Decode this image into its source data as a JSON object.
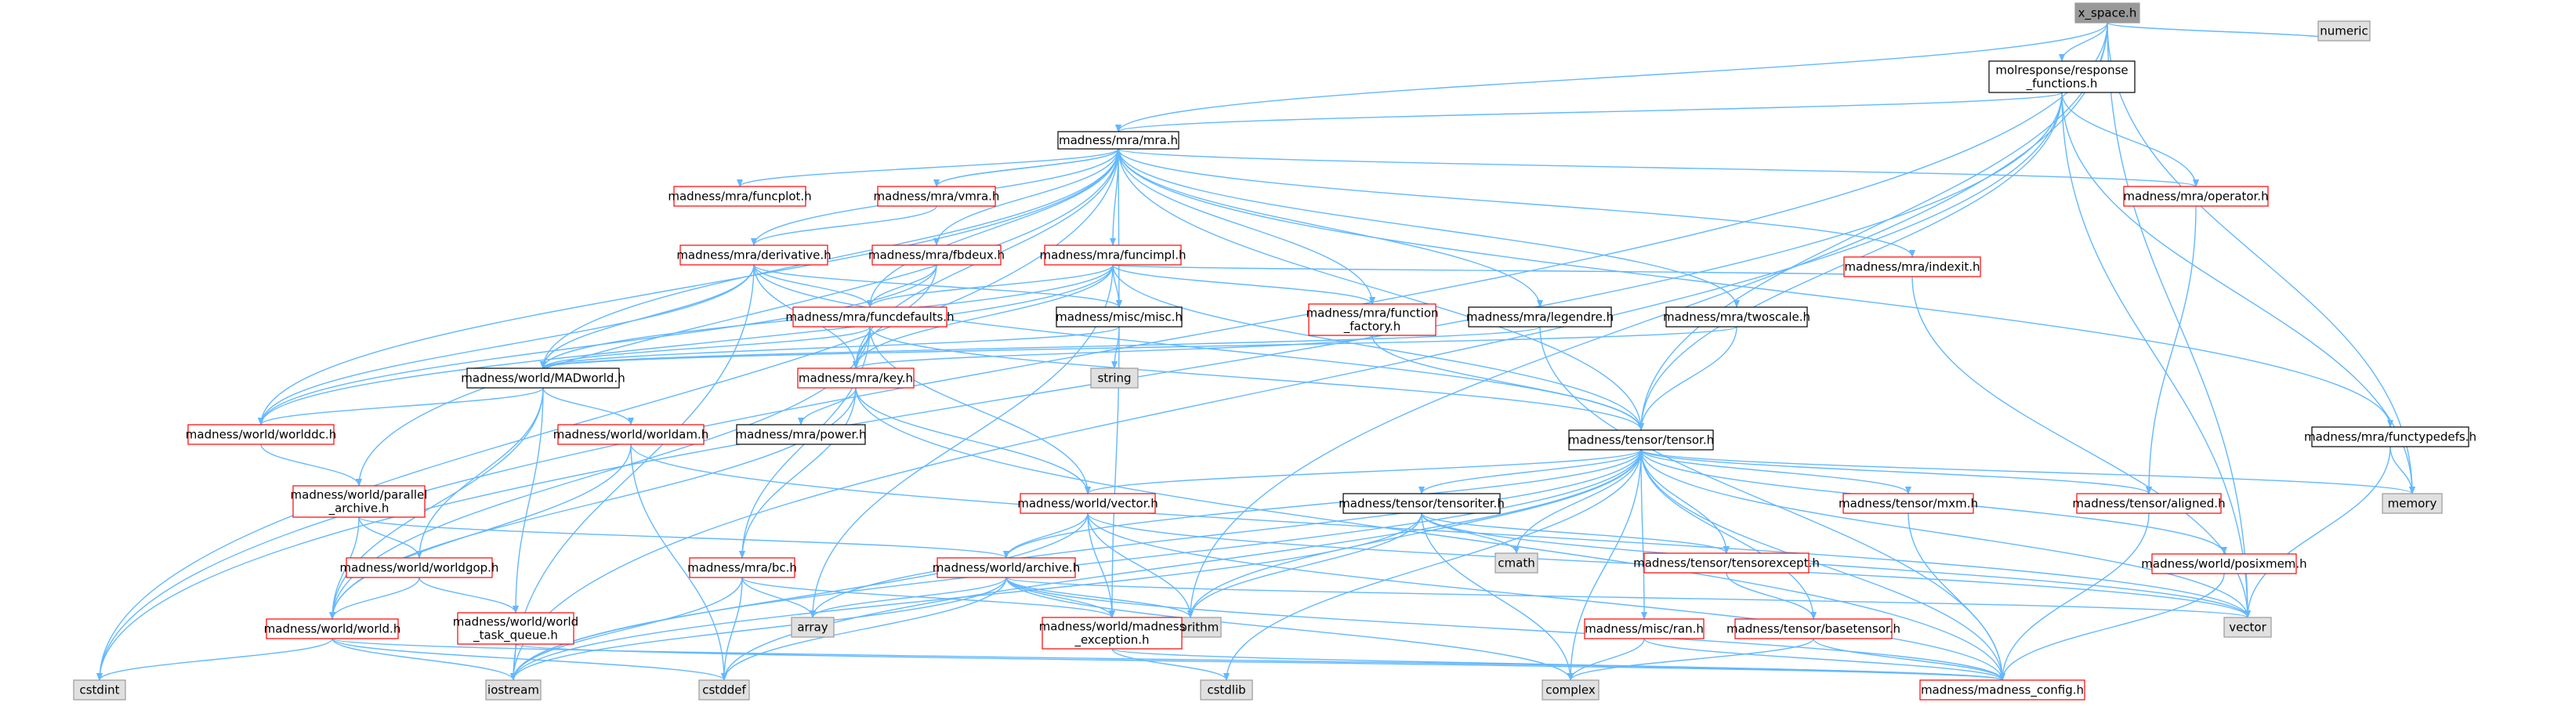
{
  "graph": {
    "colors": {
      "edge": "#63b8ff",
      "root_fill": "#999999",
      "gray_fill": "#e0e0e0",
      "red": "#ff0000",
      "black": "#000000",
      "text": "#000000",
      "gray_border": "#999999"
    },
    "nodes": [
      {
        "id": "x_space",
        "label": [
          "x_space.h"
        ],
        "style": "root"
      },
      {
        "id": "molresponse",
        "label": [
          "molresponse/response",
          "_functions.h"
        ],
        "style": "black"
      },
      {
        "id": "numeric",
        "label": [
          "numeric"
        ],
        "style": "gray"
      },
      {
        "id": "mra",
        "label": [
          "madness/mra/mra.h"
        ],
        "style": "black"
      },
      {
        "id": "funcplot",
        "label": [
          "madness/mra/funcplot.h"
        ],
        "style": "red"
      },
      {
        "id": "vmra",
        "label": [
          "madness/mra/vmra.h"
        ],
        "style": "red"
      },
      {
        "id": "operator",
        "label": [
          "madness/mra/operator.h"
        ],
        "style": "red"
      },
      {
        "id": "derivative",
        "label": [
          "madness/mra/derivative.h"
        ],
        "style": "red"
      },
      {
        "id": "fbdeux",
        "label": [
          "madness/mra/fbdeux.h"
        ],
        "style": "red"
      },
      {
        "id": "funcimpl",
        "label": [
          "madness/mra/funcimpl.h"
        ],
        "style": "red"
      },
      {
        "id": "indexit",
        "label": [
          "madness/mra/indexit.h"
        ],
        "style": "red"
      },
      {
        "id": "funcdefaults",
        "label": [
          "madness/mra/funcdefaults.h"
        ],
        "style": "red"
      },
      {
        "id": "miscmisc",
        "label": [
          "madness/misc/misc.h"
        ],
        "style": "black"
      },
      {
        "id": "function_factory",
        "label": [
          "madness/mra/function",
          "_factory.h"
        ],
        "style": "red"
      },
      {
        "id": "legendre",
        "label": [
          "madness/mra/legendre.h"
        ],
        "style": "black"
      },
      {
        "id": "twoscale",
        "label": [
          "madness/mra/twoscale.h"
        ],
        "style": "black"
      },
      {
        "id": "string",
        "label": [
          "string"
        ],
        "style": "gray"
      },
      {
        "id": "madworld",
        "label": [
          "madness/world/MADworld.h"
        ],
        "style": "black"
      },
      {
        "id": "key",
        "label": [
          "madness/mra/key.h"
        ],
        "style": "red"
      },
      {
        "id": "worldddc",
        "label": [
          "madness/world/worlddc.h"
        ],
        "style": "red"
      },
      {
        "id": "worldam",
        "label": [
          "madness/world/worldam.h"
        ],
        "style": "red"
      },
      {
        "id": "power",
        "label": [
          "madness/mra/power.h"
        ],
        "style": "black"
      },
      {
        "id": "tensor",
        "label": [
          "madness/tensor/tensor.h"
        ],
        "style": "black"
      },
      {
        "id": "functypedefs",
        "label": [
          "madness/mra/functypedefs.h"
        ],
        "style": "black"
      },
      {
        "id": "parallel_archive",
        "label": [
          "madness/world/parallel",
          "_archive.h"
        ],
        "style": "red"
      },
      {
        "id": "tensoriter",
        "label": [
          "madness/tensor/tensoriter.h"
        ],
        "style": "black"
      },
      {
        "id": "mxm",
        "label": [
          "madness/tensor/mxm.h"
        ],
        "style": "red"
      },
      {
        "id": "aligned",
        "label": [
          "madness/tensor/aligned.h"
        ],
        "style": "red"
      },
      {
        "id": "memory",
        "label": [
          "memory"
        ],
        "style": "gray"
      },
      {
        "id": "vector_h",
        "label": [
          "madness/world/vector.h"
        ],
        "style": "red"
      },
      {
        "id": "cmath",
        "label": [
          "cmath"
        ],
        "style": "gray"
      },
      {
        "id": "worldgop",
        "label": [
          "madness/world/worldgop.h"
        ],
        "style": "red"
      },
      {
        "id": "bc",
        "label": [
          "madness/mra/bc.h"
        ],
        "style": "red"
      },
      {
        "id": "archive",
        "label": [
          "madness/world/archive.h"
        ],
        "style": "red"
      },
      {
        "id": "tensorexcept",
        "label": [
          "madness/tensor/tensorexcept.h"
        ],
        "style": "red"
      },
      {
        "id": "posixmem",
        "label": [
          "madness/world/posixmem.h"
        ],
        "style": "red"
      },
      {
        "id": "world_task_queue",
        "label": [
          "madness/world/world",
          "_task_queue.h"
        ],
        "style": "red"
      },
      {
        "id": "worldh",
        "label": [
          "madness/world/world.h"
        ],
        "style": "red"
      },
      {
        "id": "array",
        "label": [
          "array"
        ],
        "style": "gray"
      },
      {
        "id": "algorithm",
        "label": [
          "algorithm"
        ],
        "style": "gray"
      },
      {
        "id": "vector",
        "label": [
          "vector"
        ],
        "style": "gray"
      },
      {
        "id": "madness_exception",
        "label": [
          "madness/world/madness",
          "_exception.h"
        ],
        "style": "red"
      },
      {
        "id": "ran",
        "label": [
          "madness/misc/ran.h"
        ],
        "style": "red"
      },
      {
        "id": "basetensor",
        "label": [
          "madness/tensor/basetensor.h"
        ],
        "style": "red"
      },
      {
        "id": "cstdint",
        "label": [
          "cstdint"
        ],
        "style": "gray"
      },
      {
        "id": "iostream",
        "label": [
          "iostream"
        ],
        "style": "gray"
      },
      {
        "id": "cstddef",
        "label": [
          "cstddef"
        ],
        "style": "gray"
      },
      {
        "id": "cstdlib",
        "label": [
          "cstdlib"
        ],
        "style": "gray"
      },
      {
        "id": "complex",
        "label": [
          "complex"
        ],
        "style": "gray"
      },
      {
        "id": "madness_config",
        "label": [
          "madness/madness_config.h"
        ],
        "style": "red"
      }
    ],
    "edges": [
      [
        "x_space",
        "molresponse"
      ],
      [
        "x_space",
        "numeric"
      ],
      [
        "x_space",
        "mra"
      ],
      [
        "x_space",
        "tensor"
      ],
      [
        "x_space",
        "memory"
      ],
      [
        "x_space",
        "vector"
      ],
      [
        "x_space",
        "cstdint"
      ],
      [
        "x_space",
        "algorithm"
      ],
      [
        "molresponse",
        "mra"
      ],
      [
        "molresponse",
        "operator"
      ],
      [
        "molresponse",
        "memory"
      ],
      [
        "molresponse",
        "vector"
      ],
      [
        "molresponse",
        "cstdint"
      ],
      [
        "molresponse",
        "iostream"
      ],
      [
        "molresponse",
        "tensor"
      ],
      [
        "mra",
        "funcplot"
      ],
      [
        "mra",
        "vmra"
      ],
      [
        "mra",
        "operator"
      ],
      [
        "mra",
        "derivative"
      ],
      [
        "mra",
        "fbdeux"
      ],
      [
        "mra",
        "funcimpl"
      ],
      [
        "mra",
        "indexit"
      ],
      [
        "mra",
        "funcdefaults"
      ],
      [
        "mra",
        "miscmisc"
      ],
      [
        "mra",
        "function_factory"
      ],
      [
        "mra",
        "legendre"
      ],
      [
        "mra",
        "twoscale"
      ],
      [
        "mra",
        "madworld"
      ],
      [
        "mra",
        "key"
      ],
      [
        "mra",
        "worldddc"
      ],
      [
        "mra",
        "tensor"
      ],
      [
        "mra",
        "functypedefs"
      ],
      [
        "mra",
        "parallel_archive"
      ],
      [
        "mra",
        "cstdint"
      ],
      [
        "vmra",
        "mra"
      ],
      [
        "vmra",
        "derivative"
      ],
      [
        "operator",
        "aligned"
      ],
      [
        "derivative",
        "funcdefaults"
      ],
      [
        "derivative",
        "key"
      ],
      [
        "derivative",
        "madworld"
      ],
      [
        "derivative",
        "worldddc"
      ],
      [
        "derivative",
        "miscmisc"
      ],
      [
        "derivative",
        "tensor"
      ],
      [
        "derivative",
        "iostream"
      ],
      [
        "fbdeux",
        "funcdefaults"
      ],
      [
        "fbdeux",
        "key"
      ],
      [
        "fbdeux",
        "worldddc"
      ],
      [
        "funcimpl",
        "function_factory"
      ],
      [
        "funcimpl",
        "funcdefaults"
      ],
      [
        "funcimpl",
        "miscmisc"
      ],
      [
        "funcimpl",
        "key"
      ],
      [
        "funcimpl",
        "indexit"
      ],
      [
        "funcimpl",
        "madworld"
      ],
      [
        "funcimpl",
        "worldddc"
      ],
      [
        "funcimpl",
        "tensor"
      ],
      [
        "funcimpl",
        "array"
      ],
      [
        "funcdefaults",
        "key"
      ],
      [
        "funcdefaults",
        "madworld"
      ],
      [
        "funcdefaults",
        "tensor"
      ],
      [
        "funcdefaults",
        "bc"
      ],
      [
        "funcdefaults",
        "vector_h"
      ],
      [
        "funcdefaults",
        "worldh"
      ],
      [
        "miscmisc",
        "string"
      ],
      [
        "miscmisc",
        "madness_exception"
      ],
      [
        "miscmisc",
        "madworld"
      ],
      [
        "function_factory",
        "tensor"
      ],
      [
        "function_factory",
        "key"
      ],
      [
        "legendre",
        "madworld"
      ],
      [
        "legendre",
        "madness_config"
      ],
      [
        "twoscale",
        "tensor"
      ],
      [
        "twoscale",
        "madworld"
      ],
      [
        "indexit",
        "vector"
      ],
      [
        "madworld",
        "worldddc"
      ],
      [
        "madworld",
        "worldam"
      ],
      [
        "madworld",
        "worldgop"
      ],
      [
        "madworld",
        "world_task_queue"
      ],
      [
        "madworld",
        "worldh"
      ],
      [
        "key",
        "power"
      ],
      [
        "key",
        "vector_h"
      ],
      [
        "key",
        "bc"
      ],
      [
        "key",
        "madness_config"
      ],
      [
        "key",
        "worldh"
      ],
      [
        "worldddc",
        "parallel_archive"
      ],
      [
        "worldam",
        "worldh"
      ],
      [
        "worldam",
        "cstddef"
      ],
      [
        "worldam",
        "vector"
      ],
      [
        "tensor",
        "tensoriter"
      ],
      [
        "tensor",
        "mxm"
      ],
      [
        "tensor",
        "aligned"
      ],
      [
        "tensor",
        "memory"
      ],
      [
        "tensor",
        "vector_h"
      ],
      [
        "tensor",
        "cmath"
      ],
      [
        "tensor",
        "archive"
      ],
      [
        "tensor",
        "tensorexcept"
      ],
      [
        "tensor",
        "posixmem"
      ],
      [
        "tensor",
        "ran"
      ],
      [
        "tensor",
        "basetensor"
      ],
      [
        "tensor",
        "array"
      ],
      [
        "tensor",
        "algorithm"
      ],
      [
        "tensor",
        "vector"
      ],
      [
        "tensor",
        "complex"
      ],
      [
        "tensor",
        "cstddef"
      ],
      [
        "tensor",
        "cstdlib"
      ],
      [
        "tensor",
        "iostream"
      ],
      [
        "tensor",
        "madness_config"
      ],
      [
        "functypedefs",
        "memory"
      ],
      [
        "functypedefs",
        "vector"
      ],
      [
        "parallel_archive",
        "archive"
      ],
      [
        "parallel_archive",
        "worldgop"
      ],
      [
        "parallel_archive",
        "worldh"
      ],
      [
        "tensoriter",
        "tensorexcept"
      ],
      [
        "tensoriter",
        "cmath"
      ],
      [
        "tensoriter",
        "algorithm"
      ],
      [
        "tensoriter",
        "complex"
      ],
      [
        "tensoriter",
        "iostream"
      ],
      [
        "tensoriter",
        "vector"
      ],
      [
        "mxm",
        "madness_config"
      ],
      [
        "aligned",
        "madness_config"
      ],
      [
        "vector_h",
        "archive"
      ],
      [
        "vector_h",
        "madness_exception"
      ],
      [
        "vector_h",
        "algorithm"
      ],
      [
        "vector_h",
        "vector"
      ],
      [
        "vector_h",
        "madness_config"
      ],
      [
        "vector_h",
        "iostream"
      ],
      [
        "worldgop",
        "worldh"
      ],
      [
        "worldgop",
        "world_task_queue"
      ],
      [
        "bc",
        "array"
      ],
      [
        "bc",
        "madness_exception"
      ],
      [
        "bc",
        "iostream"
      ],
      [
        "bc",
        "cstddef"
      ],
      [
        "archive",
        "madness_exception"
      ],
      [
        "archive",
        "algorithm"
      ],
      [
        "archive",
        "array"
      ],
      [
        "archive",
        "vector"
      ],
      [
        "archive",
        "iostream"
      ],
      [
        "archive",
        "cstddef"
      ],
      [
        "archive",
        "complex"
      ],
      [
        "archive",
        "madness_config"
      ],
      [
        "tensorexcept",
        "basetensor"
      ],
      [
        "posixmem",
        "madness_config"
      ],
      [
        "world_task_queue",
        "iostream"
      ],
      [
        "world_task_queue",
        "madness_config"
      ],
      [
        "worldh",
        "cstdint"
      ],
      [
        "worldh",
        "iostream"
      ],
      [
        "worldh",
        "cstddef"
      ],
      [
        "worldh",
        "madness_config"
      ],
      [
        "madness_exception",
        "cstdlib"
      ],
      [
        "madness_exception",
        "madness_config"
      ],
      [
        "ran",
        "complex"
      ],
      [
        "ran",
        "madness_config"
      ],
      [
        "basetensor",
        "madness_config"
      ],
      [
        "basetensor",
        "complex"
      ]
    ]
  }
}
